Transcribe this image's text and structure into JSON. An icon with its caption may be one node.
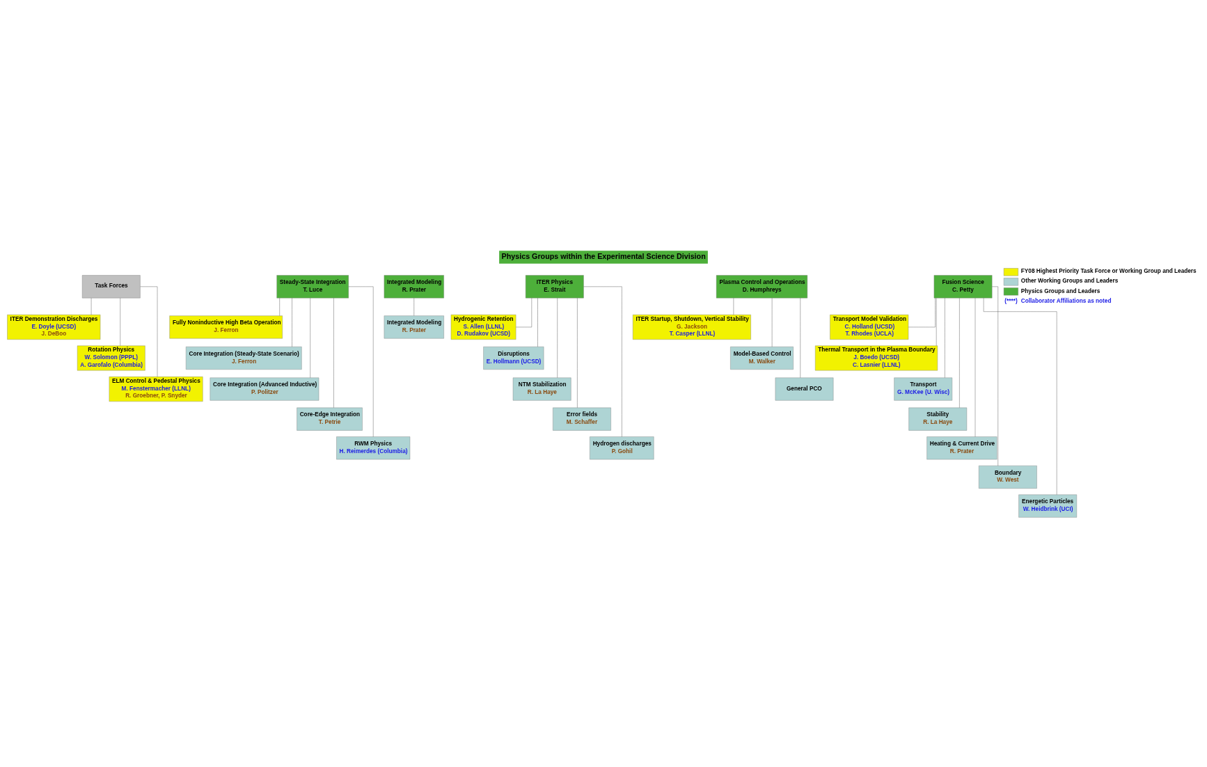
{
  "diagram": {
    "title": "Physics Groups within the Experimental Science Division",
    "nodes": [
      {
        "text": [
          "Task Forces"
        ]
      },
      {
        "text": [
          "Steady-State Integration",
          "T. Luce"
        ]
      },
      {
        "text": [
          "Integrated Modeling",
          "R. Prater"
        ]
      },
      {
        "text": [
          "ITER Physics",
          "E. Strait"
        ]
      },
      {
        "text": [
          "Plasma Control and Operations",
          "D. Humphreys"
        ]
      },
      {
        "text": [
          "Fusion Science",
          "C. Petty"
        ]
      },
      {
        "text": [
          "ITER Demonstration Discharges",
          "E. Doyle (UCSD)",
          "J. DeBoo"
        ]
      },
      {
        "text": [
          "Rotation Physics",
          "W. Solomon (PPPL)",
          "A. Garofalo (Columbia)"
        ]
      },
      {
        "text": [
          "ELM Control & Pedestal Physics",
          "M. Fenstermacher (LLNL)",
          "R. Groebner, P. Snyder"
        ]
      },
      {
        "text": [
          "Fully Noninductive High Beta Operation",
          "J. Ferron"
        ]
      },
      {
        "text": [
          "Core Integration (Steady-State Scenario)",
          "J. Ferron"
        ]
      },
      {
        "text": [
          "Core Integration (Advanced Inductive)",
          "P. Politzer"
        ]
      },
      {
        "text": [
          "Core-Edge Integration",
          "T. Petrie"
        ]
      },
      {
        "text": [
          "RWM Physics",
          "H. Reimerdes (Columbia)"
        ]
      },
      {
        "text": [
          "Integrated Modeling",
          "R. Prater"
        ]
      },
      {
        "text": [
          "Hydrogenic Retention",
          "S. Allen (LLNL)",
          "D. Rudakov (UCSD)"
        ]
      },
      {
        "text": [
          "Disruptions",
          "E. Hollmann (UCSD)"
        ]
      },
      {
        "text": [
          "NTM Stabilization",
          "R. La Haye"
        ]
      },
      {
        "text": [
          "Error fields",
          "M. Schaffer"
        ]
      },
      {
        "text": [
          "Hydrogen discharges",
          "P. Gohil"
        ]
      },
      {
        "text": [
          "ITER Startup, Shutdown, Vertical Stability",
          "G. Jackson",
          "T. Casper (LLNL)"
        ]
      },
      {
        "text": [
          "Model-Based Control",
          "M. Walker"
        ]
      },
      {
        "text": [
          "General PCO"
        ]
      },
      {
        "text": [
          "Transport Model Validation",
          "C. Holland (UCSD)",
          "T. Rhodes (UCLA)"
        ]
      },
      {
        "text": [
          "Thermal Transport in the Plasma Boundary",
          "J. Boedo (UCSD)",
          "C. Lasnier (LLNL)"
        ]
      },
      {
        "text": [
          "Transport",
          "G. McKee (U. Wisc)"
        ]
      },
      {
        "text": [
          "Stability",
          "R. La Haye"
        ]
      },
      {
        "text": [
          "Heating & Current Drive",
          "R. Prater"
        ]
      },
      {
        "text": [
          "Boundary",
          "W. West"
        ]
      },
      {
        "text": [
          "Energetic Particles",
          "W. Heidbrink (UCI)"
        ]
      }
    ],
    "edges": [
      {
        "from": 0,
        "to": 6,
        "arrow": "none"
      },
      {
        "from": 0,
        "to": 7,
        "arrow": "none"
      },
      {
        "from": 0,
        "to": 8,
        "arrow": "none"
      },
      {
        "from": 1,
        "to": 9,
        "arrow": "none"
      },
      {
        "from": 1,
        "to": 10,
        "arrow": "none"
      },
      {
        "from": 1,
        "to": 11,
        "arrow": "none"
      },
      {
        "from": 1,
        "to": 12,
        "arrow": "none"
      },
      {
        "from": 1,
        "to": 13,
        "arrow": "none"
      },
      {
        "from": 2,
        "to": 14,
        "arrow": "none"
      },
      {
        "from": 3,
        "to": 15,
        "arrow": "none"
      },
      {
        "from": 3,
        "to": 16,
        "arrow": "none"
      },
      {
        "from": 3,
        "to": 17,
        "arrow": "none"
      },
      {
        "from": 3,
        "to": 18,
        "arrow": "none"
      },
      {
        "from": 3,
        "to": 19,
        "arrow": "none"
      },
      {
        "from": 4,
        "to": 20,
        "arrow": "none"
      },
      {
        "from": 4,
        "to": 21,
        "arrow": "none"
      },
      {
        "from": 4,
        "to": 22,
        "arrow": "none"
      },
      {
        "from": 5,
        "to": 23,
        "arrow": "none"
      },
      {
        "from": 5,
        "to": 24,
        "arrow": "none"
      },
      {
        "from": 5,
        "to": 25,
        "arrow": "none"
      },
      {
        "from": 5,
        "to": 26,
        "arrow": "none"
      },
      {
        "from": 5,
        "to": 27,
        "arrow": "none"
      },
      {
        "from": 5,
        "to": 28,
        "arrow": "none"
      },
      {
        "from": 5,
        "to": 29,
        "arrow": "none"
      }
    ],
    "labels": [
      "(****)"
    ],
    "legend": [
      {
        "text": "FY08 Highest Priority Task Force or Working Group and Leaders",
        "color": "#f2f200"
      },
      {
        "text": "Other Working Groups and Leaders",
        "color": "#aed4d4"
      },
      {
        "text": "Physics Groups and Leaders",
        "color": "#4daf3a"
      },
      {
        "text": "Collaborator Affiliations as noted"
      }
    ]
  }
}
